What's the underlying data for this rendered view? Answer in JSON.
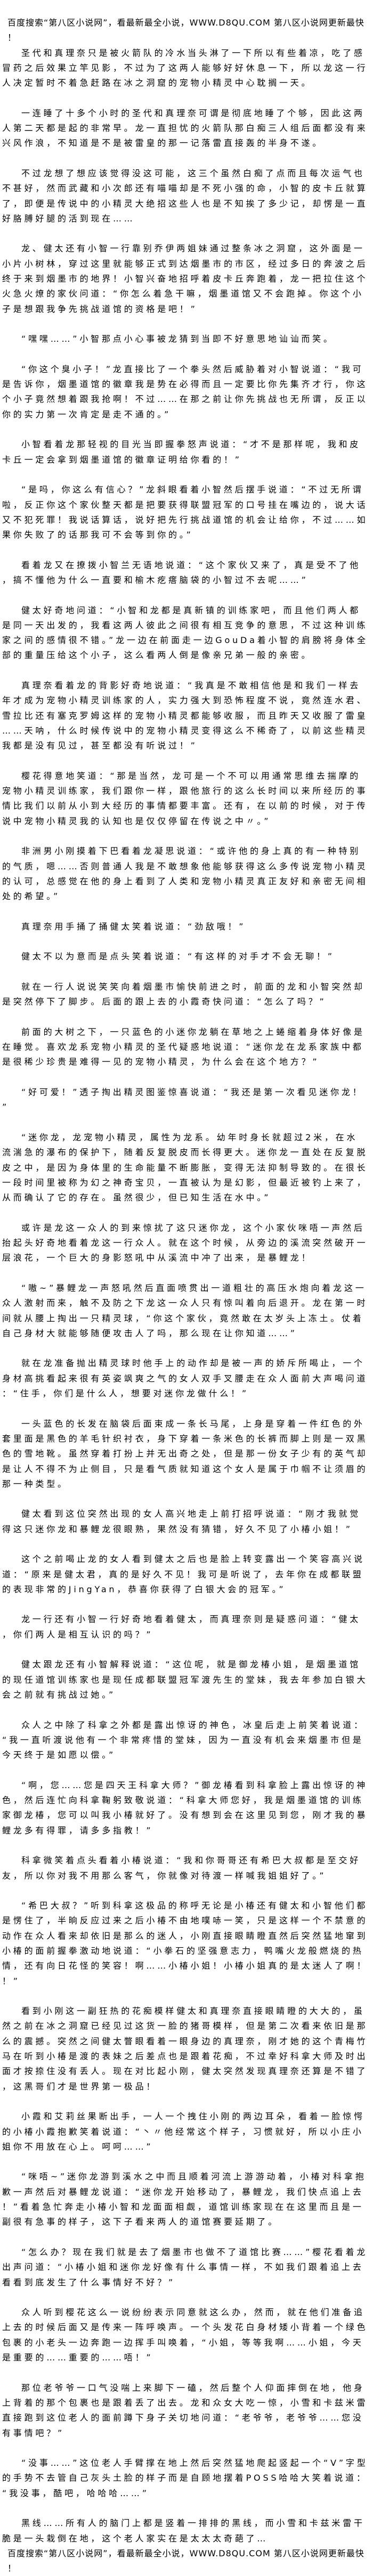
{
  "header_banner": "百度搜索“第八区小说网”，看最新最全小说，WWW.D8QU.COM  第八区小说网更新最快！",
  "footer_banner": "百度搜索“第八区小说网”，看最新最全小说，WWW.D8QU.COM  第八区小说网更新最快！",
  "paragraphs": [
    "圣代和真理奈只是被火箭队的冷水当头淋了一下所以有些着凉，吃了感冒药之后效果立竿见影，不过为了这两人能够好好休息一下，所以龙这一行人决定暂时不着急赶路在冰之洞窟的宠物小精灵中心耽搁一天。",
    "一连睡了十多个小时的圣代和真理奈可谓是彻底地睡了个够，因此这两人第二天都是起的非常早。龙一直担忧的火箭队那白痴三人组后面都没有来兴风作浪，不知道是不是被雷皇的那一记落雷直接轰的半身不遂。",
    "不过龙想了想应该觉得没这可能，这三个虽然白痴了点而且每次运气也不甚好，然而武藏和小次郎还有喵喵却是不死小强的命，小智的皮卡丘就算了，即便是传说中的小精灵大绝招这些人也是不知挨了多少记，却愣是一直好胳膊好腿的活到现在……",
    "龙、健太还有小智一行靠别乔伊两姐妹通过整条冰之洞窟，这外面是一小片小树林，穿过这里就能够正式到达烟墨市的市区，经过多日的奔波之后终于来到烟墨市的地界！小智兴奋地招呼着皮卡丘奔跑着，龙一把拉住这个火急火燎的家伙问道：“你怎么着急干嘛，烟墨道馆又不会跑掉。你这个小子是想跟我争先挑战道馆的资格是吧！”",
    "“嘿嘿……”小智那点小心事被龙猜到当即不好意思地讪讪而笑。",
    "“你这个臭小子！”龙直接比了一个拳头然后威胁着对小智说道：“我可是告诉你，烟墨道馆的徽章我是势在必得而且一定要比你先集齐才行，你这个小子竟然想着跟我抢啊！不过……在那之前让你先挑战也无所谓，反正以你的实力第一次肯定是走不通的。”",
    "小智看着龙那轻视的目光当即握拳怒声说道：“才不是那样呢，我和皮卡丘一定会拿到烟墨道馆的徽章证明给你看的！”",
    "“是吗，你这么有信心？”龙斜眼看着小智然后摆手说道：“不过无所谓啦，反正你这个家伙整天都是把要获得联盟冠军的口号挂在嘴边的，说大话又不犯死罪！我说话算话，说好把先行挑战道馆的机会让给你，不过……如果你失败了的话那我可不会等到你的。”",
    "看着龙又在撩拨小智兰无语地说道：“这个家伙又来了，真是受不了他，搞不懂他为什么一直要和榆木疙瘩脑袋的小智过不去呢……”",
    "健太好奇地问道：“小智和龙都是真新镇的训练家吧，而且他们两人都是同一天出发的，我看这两人彼此之间很有相互竞争的意思，不过这种训练家之间的感情很不错。”龙一边在前面走一边GouDa着小智的肩膀将身体全部的重量压给这个小子，这么看两人倒是像亲兄弟一般的亲密。",
    "真理奈看着龙的背影好奇地说道：“我真是不敢相信他是和我们一样去年才成为宠物小精灵训练家的人，实力强大到恐怖程度不说，竟然连水君、雪拉比还有塞克罗姆这样的宠物小精灵都能够收服，而且昨天又收服了雷皇……天呐，什么时候传说中的宠物小精灵变得这么不稀奇了，以前这些精灵我都是没有见过，甚至都没有听说过！”",
    "樱花得意地笑道：“那是当然，龙可是一个不可以用通常思维去揣摩的宠物小精灵训练家，我们跟你一样，跟他旅行的这么长时间以来所经历的事情比我们以前从小到大经历的事情都要丰富。还有，在以前的时候，对于传说中宠物小精灵我的认知也是仅仅停留在传说之中〃。”",
    "非洲男小刚摸着下巴看着龙凝思说道：“或许他的身上真的有一种特别的气质，嗯……否则普通人我是不敢想象他能够获得这么多传说宠物小精灵的认可，总感觉在他的身上看到了人类和宠物小精灵真正友好和亲密无间相处的希望。”",
    "真理奈用手捅了捅健太笑着说道：“劲敌哦！”",
    "健太不以为意而是点头笑着说道：“有这样的对手才不会无聊！”",
    "就在一行人说说笑笑向着烟墨市愉快前进之时，前面的龙和小智突然却是突然停下了脚步。后面的跟上去的小霞奇快问道：“怎么了吗？”",
    "前面的大树之下，一只蓝色的小迷你龙躺在草地之上蜷缩着身体好像是在睡觉。喜欢龙系宠物小精灵的圣代疑惑地说道：“迷你龙在龙系家族中都是很稀少珍贵是难得一见的宠物小精灵，为什么会在这个地方？”",
    "“好可爱！”透子掏出精灵图鉴惊喜说道：“我还是第一次看见迷你龙！”",
    "“迷你龙，龙宠物小精灵，属性为龙系。幼年时身长就超过2米，在水流湍急的瀑布的保护下，随着反复脱皮而长得更大。迷你龙一直处在反复脱皮之中，是因为身体里的生命能量不断膨胀，变得无法抑制导致的。在很长一段时间里被称为幻之神奇宝贝，一直被认为是幻影，但最近被钓上来了，从而确认了它的存在。虽然很少，但已知生活在水中。”",
    "或许是龙这一众人的到来惊扰了这只迷你龙，这个小家伙咪唔一声然后抬起头好奇地看着龙这一行众人。就在这个时候，从旁边的溪流突然破开一层浪花，一个巨大的身影怒吼中从溪流中冲了出来，是暴鲤龙！",
    "“嗷~”暴鲤龙一声怒吼然后直面喷贯出一道粗壮的高压水炮向着龙这一众人激射而来，触不及防之下龙这一众人只有惊叫着向后退开。龙在第一时间就从腰上掏出一只精灵球，“你这个家伙，竟然敢在太岁头上冻土。仗着自己身材大就能够随便攻击人了吗，那么现在让你知道……”",
    "就在龙准备抛出精灵球时他手上的动作却是被一声的娇斥所喝止，一个身材高挑看起来很有英姿飒爽之气的女人双手叉腰走在众人面前大声喝问道：“住手，你们是什么人，想要对迷你龙做什么！”",
    "一头蓝色的长发在脑袋后面束成一条长马尾，上身是穿着一件红色的外套里面是黑色的羊毛针织衬衣，身下穿着一条米色的长裤而脚上则是一双黑色的雪地靴。虽然穿着打扮上并无出奇之处，但是那一份女子少有的英气却是让人不得不为止侧目，只是看气质就知道这个女人是属于巾帼不让须眉的那一种类型。",
    "健太看到这位突然出现的女人高兴地走上前打招呼说道：“刚才我就觉得这只迷你龙和暴鲤龙很眼熟，果然没有猜错，好久不见了小椿小姐！”",
    "这个之前喝止龙的女人看到健太之后也是脸上转变露出一个笑容高兴说道：“原来是健太君，真的是好久不见！我可是听说了，去年你在成都联盟的表现非常的JingYan，恭喜你获得了白银大会的冠军。”",
    "龙一行还有小智一行好奇地看着健太，而真理奈则是疑惑问道：“健太，你们两人是相互认识的吗？”",
    "健太跟龙还有小智解释说道：“这位呢，就是御龙椿小姐，是烟墨道馆的现任道馆训练家也是现任成都联盟冠军渡先生的堂妹，我去年参加白银大会之前就有挑战过她。”",
    "众人之中除了科拿之外都是露出惊讶的神色，冰皇后走上前笑着说道：“我一直听渡说他有一个非常疼惜的堂妹，因为一直没有机会来烟墨市但是今天终于是如愿以偿。”",
    "“啊，您……您是四天王科拿大师？”御龙椿看到科拿脸上露出惊讶的神色，然后连忙向科拿鞠躬致敬说道：“科拿大师您好，我是烟墨道馆的训练家御龙椿，您可以叫我小椿就好了。没有想到会在这里见到您，刚才我的暴鲤龙多有得罪，请多多指教！”",
    "科拿微笑着点头看着小椿说道：“我和你哥哥还有希巴大叔都是至交好友，所以你对我不用那么客气，你就像对待渡一样喊我姐姐好了。”",
    "“希巴大叔？”听到科拿这极品的称呼无论是小椿还有健太和小智他们都是愣住了，半晌反应过来之后小椿不由地噗哧一笑，只是这样一个不禁意的动作在众人看来却依旧是那么的迷人，小刚直接眼睛瞪直然后突然猛地窜到小椿的面前握拳激动地说道：“小拳石的坚强意志力，鸭嘴火龙般燃烧的热情，还有向日花怪的笑容！啊……小椿小姐！小椿小姐真的是太迷人了啊！！”",
    "看到小刚这一副狂热的花痴模样健太和真理奈直接眼睛瞪的大大的，虽然之前在冰之洞窟已经见过这货一脸的猪哥模样，但是第二次看来依旧是那么的震撼。突然之间健太瞥眼看着一眼身边的真理奈，刚才她的这个青梅竹马在听到小椿是渡的表妹之后差点也是跟着花痴，不过幸好科拿大师及时出面才按捺住没有丢人。现在对比起小刚，健太突然发现真理奈还算是不错了，这黑哥们才是世界第一极品！",
    "小霞和艾莉丝果断出手，一人一个拽住小刚的两边耳朵，看着一脸惊愕的小椿小霞抱歉笑着说道：“丶〃他经常这个样子，习惯就好，所以小庄小姐你不用放在心上。呵呵……”",
    "“咪唔~”迷你龙游到溪水之中而且顺着河流上游游动着，小椿对科拿抱歉一声然后对暴鲤龙说道：“迷你龙开始移动了，暴鲤龙，我们快点追上去！”看着急忙奔走小椿小智和龙面面相觑，道馆训练家现在在这里而且是一副很有急事的样子，这下子看来两人的道馆赛要延期了。",
    "“怎么办？现在我们就是去了烟墨市也做不了道馆比赛……”樱花看着龙出声问道：“小椿小姐和迷你龙好像有什么事情一样，不如我们跟着追上去看看到底发生了什么事情好不好？”",
    "众人听到樱花这么一说纷纷表示同意就这么办，然而，就在他们准备追上去的时候后面又是传来一阵呼唤声。一个头发花白身材矮小背着一个绿色包裹的小老头一边奔跑一边挥手叫唤着，“小姐，等等我啊……小姐，今天是重要的……重要的……唔！”",
    "那位老爷爷一口气没喘上来脚下一磕，然后整个人仰面摔倒在地，他身上背着的那个包裹也是跟着丢了出去。龙和众女大吃一惊，小雪和卡兹米雷直接跑到这位老人的面前蹲下身子关切地问道：“老爷爷，老爷爷……您没有事情吧？”",
    "“没事……”这位老人手臂撑在地上然后突然猛地爬起竖起一个“V”字型的手势不去管自己灰头土脸的样子而是自顾地摆着POSS哈哈大笑着说道：“我没事，酷吧，哈哈哈……”",
    "黑线……所有人的脑门上都是竖着一排排的黑线，而小雪和卡兹米雷干脆是一头栽倒在地，这个老人家实在是太太太奇葩了…"
  ]
}
